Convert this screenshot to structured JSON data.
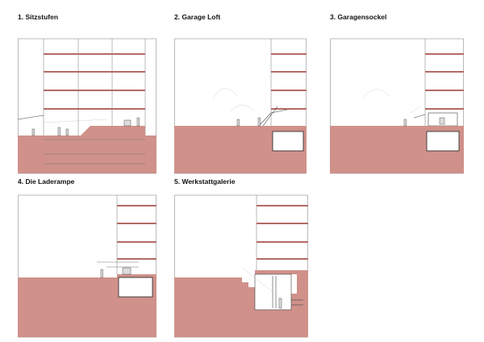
{
  "panels": [
    {
      "id": "p1",
      "title": "1. Sitzstufen"
    },
    {
      "id": "p2",
      "title": "2. Garage Loft"
    },
    {
      "id": "p3",
      "title": "3. Garagensockel"
    },
    {
      "id": "p4",
      "title": "4. Die Laderampe"
    },
    {
      "id": "p5",
      "title": "5. Werkstattgalerie"
    }
  ],
  "colors": {
    "ground": "#cf918a",
    "slab": "#b36a66",
    "line": "#777777"
  }
}
